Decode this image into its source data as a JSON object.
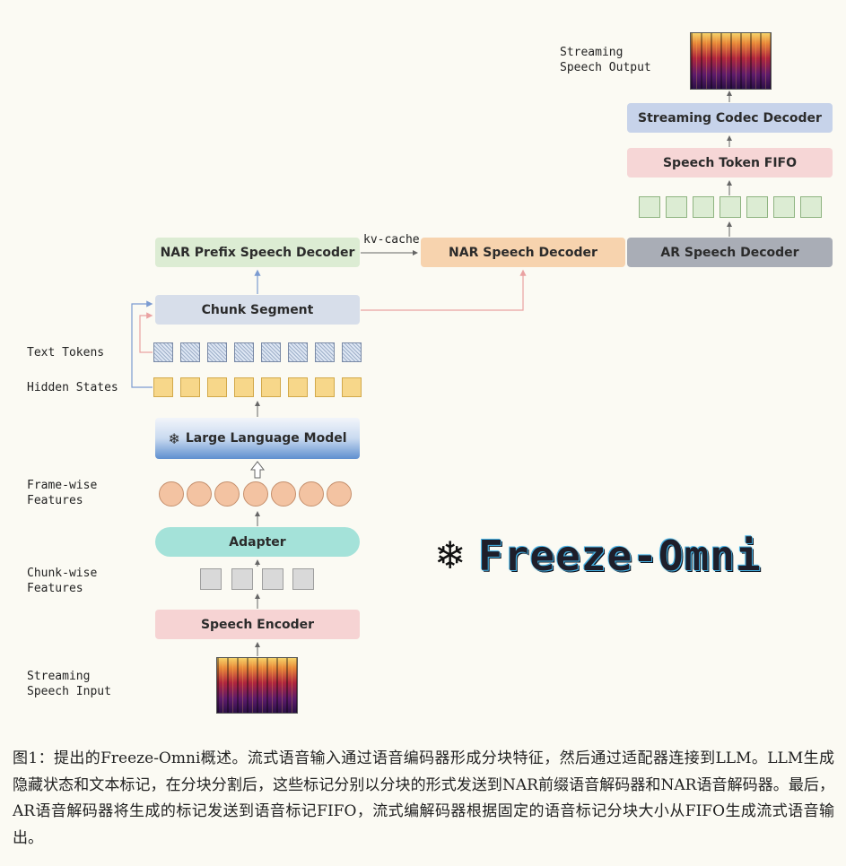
{
  "labels": {
    "streaming_output": "Streaming\nSpeech Output",
    "text_tokens": "Text Tokens",
    "hidden_states": "Hidden States",
    "frame_features": "Frame-wise\nFeatures",
    "chunk_features": "Chunk-wise\nFeatures",
    "streaming_input": "Streaming\nSpeech Input",
    "kv_cache": "kv-cache"
  },
  "boxes": {
    "streaming_codec_decoder": "Streaming Codec Decoder",
    "speech_token_fifo": "Speech Token FIFO",
    "ar_speech_decoder": "AR Speech Decoder",
    "nar_speech_decoder": "NAR Speech Decoder",
    "nar_prefix_decoder": "NAR Prefix Speech Decoder",
    "chunk_segment": "Chunk Segment",
    "llm": "Large Language Model",
    "adapter": "Adapter",
    "speech_encoder": "Speech Encoder"
  },
  "logo": {
    "text": "Freeze-Omni",
    "icon": "snowflake-icon"
  },
  "caption": "图1：提出的Freeze-Omni概述。流式语音输入通过语音编码器形成分块特征，然后通过适配器连接到LLM。LLM生成隐藏状态和文本标记，在分块分割后，这些标记分别以分块的形式发送到NAR前缀语音解码器和NAR语音解码器。最后，AR语音解码器将生成的标记发送到语音标记FIFO，流式编解码器根据固定的语音标记分块大小从FIFO生成流式语音输出。",
  "colors": {
    "codec_decoder": "#c7d3ea",
    "fifo": "#f6d6d6",
    "ar_decoder": "#a9adb6",
    "nar_decoder": "#f7d3ae",
    "nar_prefix": "#dcecd3",
    "chunk_segment": "#d7deea",
    "adapter": "#a4e2d9",
    "speech_encoder": "#f6d3d3",
    "link_blue": "#7b9bd1",
    "link_red": "#eaa2a2"
  }
}
